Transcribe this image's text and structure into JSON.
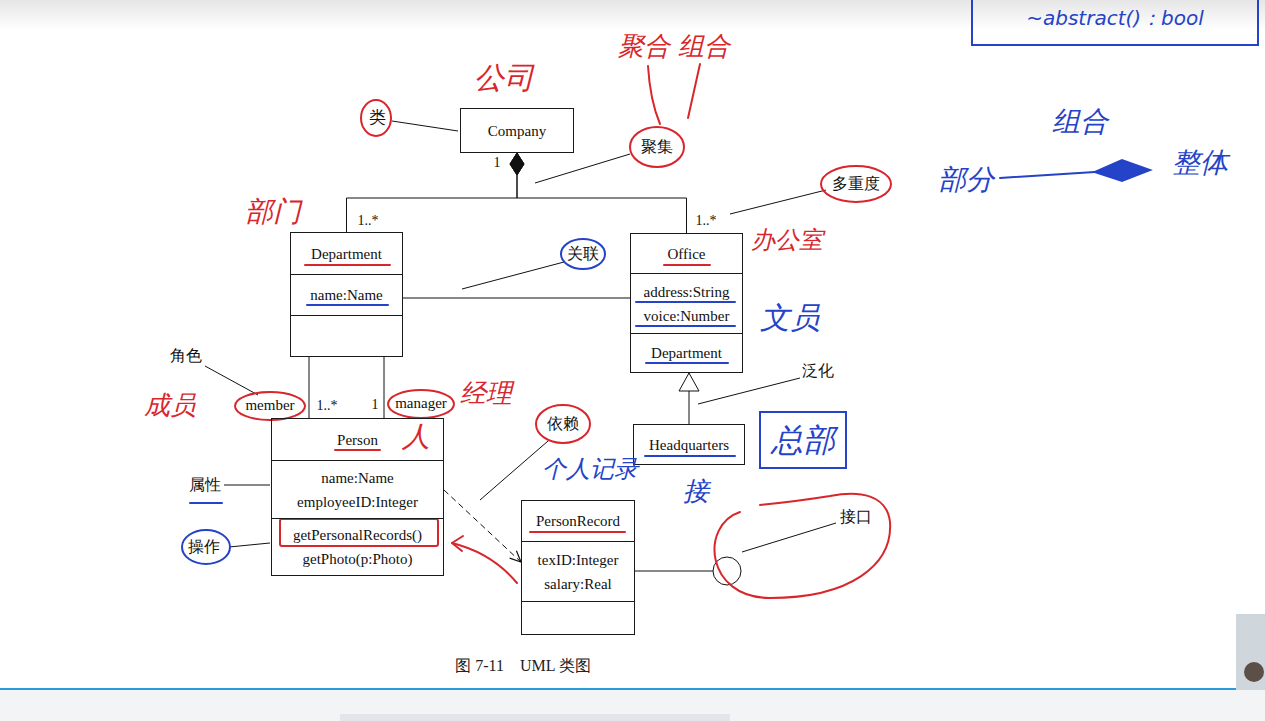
{
  "diagram": {
    "caption": "图 7-11　UML 类图",
    "nodes": [
      {
        "text": [
          "Company"
        ]
      },
      {
        "text": [
          "Department",
          "name:Name"
        ]
      },
      {
        "text": [
          "Office",
          "address:String voice:Number",
          "Department"
        ]
      },
      {
        "text": [
          "Person",
          "name:Name employeeID:Integer",
          "getPersonalRecords() getPhoto(p:Photo)"
        ]
      },
      {
        "text": [
          "Headquarters"
        ]
      },
      {
        "text": [
          "PersonRecord",
          "texID:Integer salary:Real"
        ]
      }
    ],
    "edges": [
      {
        "from": 1,
        "to": 0,
        "arrow": "to"
      },
      {
        "from": 2,
        "to": 0,
        "arrow": "to"
      },
      {
        "from": 1,
        "to": 2,
        "arrow": "none"
      },
      {
        "from": 1,
        "to": 3,
        "arrow": "none"
      },
      {
        "from": 1,
        "to": 3,
        "arrow": "none"
      },
      {
        "from": 4,
        "to": 2,
        "arrow": "to"
      },
      {
        "from": 3,
        "to": 5,
        "arrow": "to"
      }
    ],
    "labels": [
      "类",
      "公司",
      "聚合",
      "组合",
      "聚集",
      "1",
      "1..*",
      "1..*",
      "多重度",
      "部门",
      "办公室",
      "关联",
      "文员",
      "泛化",
      "角色",
      "成员",
      "member",
      "1..*",
      "1",
      "manager",
      "经理",
      "人",
      "依赖",
      "个人记录",
      "接",
      "总部",
      "属性",
      "操作",
      "接口",
      "组合",
      "部分",
      "整体",
      "~abstract()：bool"
    ]
  }
}
